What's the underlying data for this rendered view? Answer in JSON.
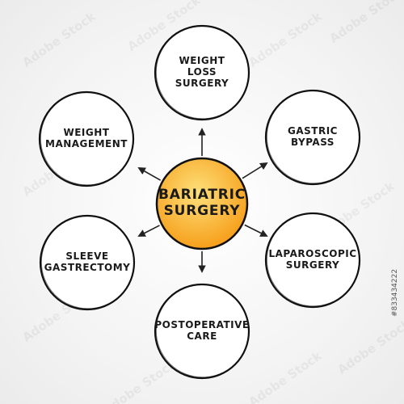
{
  "center": {
    "label": "BARIATRIC\nSURGERY",
    "fill": "#f7a11e",
    "fill_light": "#fde07a"
  },
  "nodes": [
    {
      "id": "weight-loss-surgery",
      "label": "WEIGHT\nLOSS\nSURGERY"
    },
    {
      "id": "gastric-bypass",
      "label": "GASTRIC\nBYPASS"
    },
    {
      "id": "laparoscopic-surgery",
      "label": "LAPAROSCOPIC\nSURGERY"
    },
    {
      "id": "postoperative-care",
      "label": "POSTOPERATIVE\nCARE"
    },
    {
      "id": "sleeve-gastrectomy",
      "label": "SLEEVE\nGASTRECTOMY"
    },
    {
      "id": "weight-management",
      "label": "WEIGHT\nMANAGEMENT"
    }
  ],
  "watermark_text": "Adobe Stock",
  "stock_id": "#833434222",
  "colors": {
    "outline": "#111111",
    "node_fill": "#ffffff",
    "arrow": "#222222"
  }
}
